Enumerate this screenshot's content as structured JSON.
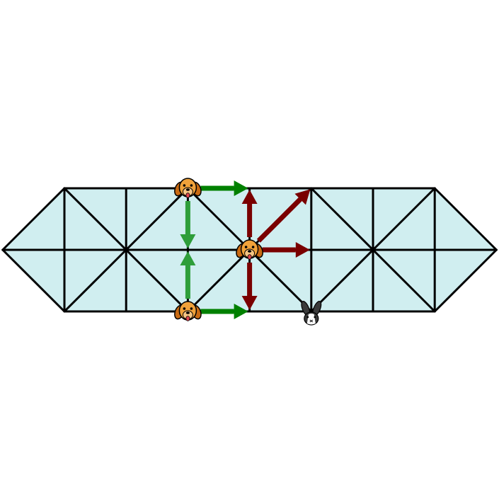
{
  "game": {
    "board_fill": "#d0eef0",
    "line_color": "#000000",
    "nodes": [
      {
        "id": "L",
        "col": -1,
        "row": 1
      },
      {
        "id": "R",
        "col": 7,
        "row": 1
      },
      {
        "id": "a0",
        "col": 0,
        "row": 0
      },
      {
        "id": "a1",
        "col": 1,
        "row": 0
      },
      {
        "id": "a2",
        "col": 2,
        "row": 0
      },
      {
        "id": "a3",
        "col": 3,
        "row": 0
      },
      {
        "id": "a4",
        "col": 4,
        "row": 0
      },
      {
        "id": "a5",
        "col": 5,
        "row": 0
      },
      {
        "id": "a6",
        "col": 6,
        "row": 0
      },
      {
        "id": "b0",
        "col": 0,
        "row": 1
      },
      {
        "id": "b1",
        "col": 1,
        "row": 1
      },
      {
        "id": "b2",
        "col": 2,
        "row": 1
      },
      {
        "id": "b3",
        "col": 3,
        "row": 1
      },
      {
        "id": "b4",
        "col": 4,
        "row": 1
      },
      {
        "id": "b5",
        "col": 5,
        "row": 1
      },
      {
        "id": "b6",
        "col": 6,
        "row": 1
      },
      {
        "id": "c0",
        "col": 0,
        "row": 2
      },
      {
        "id": "c1",
        "col": 1,
        "row": 2
      },
      {
        "id": "c2",
        "col": 2,
        "row": 2
      },
      {
        "id": "c3",
        "col": 3,
        "row": 2
      },
      {
        "id": "c4",
        "col": 4,
        "row": 2
      },
      {
        "id": "c5",
        "col": 5,
        "row": 2
      },
      {
        "id": "c6",
        "col": 6,
        "row": 2
      }
    ],
    "edges": [
      [
        "a0",
        "a6"
      ],
      [
        "b0",
        "b6"
      ],
      [
        "c0",
        "c6"
      ],
      [
        "L",
        "b0"
      ],
      [
        "b6",
        "R"
      ],
      [
        "a0",
        "c0"
      ],
      [
        "a1",
        "c1"
      ],
      [
        "a2",
        "c2"
      ],
      [
        "a3",
        "c3"
      ],
      [
        "a4",
        "c4"
      ],
      [
        "a5",
        "c5"
      ],
      [
        "a6",
        "c6"
      ],
      [
        "L",
        "a0"
      ],
      [
        "L",
        "c0"
      ],
      [
        "R",
        "a6"
      ],
      [
        "R",
        "c6"
      ],
      [
        "a0",
        "b1"
      ],
      [
        "c0",
        "b1"
      ],
      [
        "a2",
        "b1"
      ],
      [
        "c2",
        "b1"
      ],
      [
        "a2",
        "b3"
      ],
      [
        "c2",
        "b3"
      ],
      [
        "a4",
        "b3"
      ],
      [
        "c4",
        "b3"
      ],
      [
        "a4",
        "b5"
      ],
      [
        "c4",
        "b5"
      ],
      [
        "a6",
        "b5"
      ],
      [
        "c6",
        "b5"
      ]
    ],
    "pieces": [
      {
        "name": "dog-piece-top",
        "type": "dog",
        "at": "a2"
      },
      {
        "name": "dog-piece-middle",
        "type": "dog",
        "at": "b3"
      },
      {
        "name": "dog-piece-bottom",
        "type": "dog",
        "at": "c2"
      },
      {
        "name": "rabbit-piece",
        "type": "rabbit",
        "at": "c4"
      }
    ],
    "moves": [
      {
        "name": "move-arrow-top-dog-right",
        "from": "a2",
        "to": "a3",
        "color": "#008000"
      },
      {
        "name": "move-arrow-top-dog-down",
        "from": "a2",
        "to": "b2",
        "color": "#2e9e3a"
      },
      {
        "name": "move-arrow-bottom-dog-up",
        "from": "c2",
        "to": "b2",
        "color": "#2e9e3a"
      },
      {
        "name": "move-arrow-bottom-dog-right",
        "from": "c2",
        "to": "c3",
        "color": "#008000"
      },
      {
        "name": "move-arrow-middle-dog-up",
        "from": "b3",
        "to": "a3",
        "color": "#7a0000"
      },
      {
        "name": "move-arrow-middle-dog-upright",
        "from": "b3",
        "to": "a4",
        "color": "#7a0000"
      },
      {
        "name": "move-arrow-middle-dog-right",
        "from": "b3",
        "to": "b4",
        "color": "#7a0000"
      },
      {
        "name": "move-arrow-middle-dog-down",
        "from": "b3",
        "to": "c3",
        "color": "#7a0000"
      }
    ]
  }
}
